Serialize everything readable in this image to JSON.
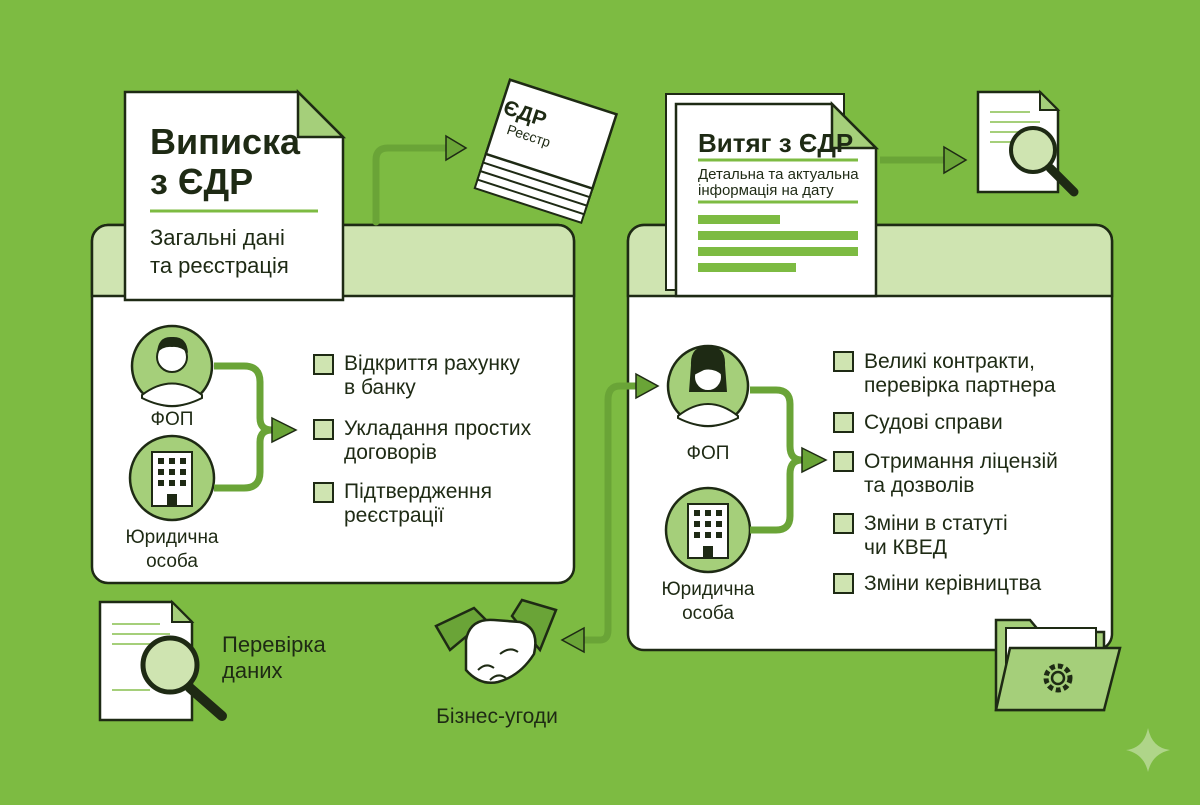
{
  "palette": {
    "background": "#7dbb42",
    "card": "#ffffff",
    "light_green": "#cfe4b1",
    "mid_green": "#a5cf7a",
    "outline": "#1e2a14",
    "arrow": "#6aa437"
  },
  "left": {
    "title": "Виписка з ЄДР",
    "title_line1": "Виписка",
    "title_line2": "з ЄДР",
    "subtitle_line1": "Загальні дані",
    "subtitle_line2": "та реєстрація",
    "fop_label": "ФОП",
    "legal_label_line1": "Юридична",
    "legal_label_line2": "особа",
    "items": [
      {
        "line1": "Відкриття рахунку",
        "line2": "в банку"
      },
      {
        "line1": "Укладання простих",
        "line2": "договорів"
      },
      {
        "line1": "Підтвердження",
        "line2": "реєстрації"
      }
    ]
  },
  "registry": {
    "title": "ЄДР",
    "subtitle": "Реєстр"
  },
  "right": {
    "title": "Витяг з ЄДР",
    "desc_line1": "Детальна та актуальна",
    "desc_line2": "інформація на дату",
    "fop_label": "ФОП",
    "legal_label_line1": "Юридична",
    "legal_label_line2": "особа",
    "items": [
      {
        "line1": "Великі контракти,",
        "line2": "перевірка партнера"
      },
      {
        "line1": "Судові справи",
        "line2": ""
      },
      {
        "line1": "Отримання ліцензій",
        "line2": "та дозволів"
      },
      {
        "line1": "Зміни в статуті",
        "line2": "чи КВЕД"
      },
      {
        "line1": "Зміни керівництва",
        "line2": ""
      }
    ]
  },
  "bottom": {
    "check_line1": "Перевірка",
    "check_line2": "даних",
    "deal_label": "Бізнес-угоди"
  },
  "icons": {
    "registry": "document-stack-icon",
    "search_doc_top": "document-magnifier-icon",
    "search_doc_bottom": "document-magnifier-icon",
    "handshake": "handshake-icon",
    "folder_settings": "folder-gear-icon",
    "person_male": "man-avatar-icon",
    "person_female": "woman-avatar-icon",
    "building": "office-building-icon",
    "sparkle": "sparkle-icon"
  }
}
